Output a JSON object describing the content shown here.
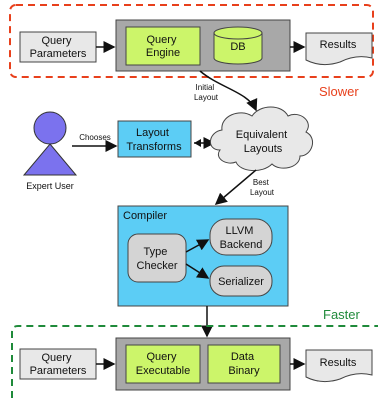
{
  "top": {
    "query_params": [
      "Query",
      "Parameters"
    ],
    "query_engine": [
      "Query",
      "Engine"
    ],
    "db": "DB",
    "results": "Results",
    "speed": "Slower"
  },
  "middle": {
    "initial_layout": [
      "Initial",
      "Layout"
    ],
    "expert_user": "Expert User",
    "chooses": "Chooses",
    "layout_transforms": [
      "Layout",
      "Transforms"
    ],
    "equivalent_layouts": [
      "Equivalent",
      "Layouts"
    ],
    "best_layout": [
      "Best",
      "Layout"
    ]
  },
  "compiler": {
    "title": "Compiler",
    "type_checker": [
      "Type",
      "Checker"
    ],
    "llvm_backend": [
      "LLVM",
      "Backend"
    ],
    "serializer": "Serializer"
  },
  "bottom": {
    "query_params": [
      "Query",
      "Parameters"
    ],
    "query_executable": [
      "Query",
      "Executable"
    ],
    "data_binary": [
      "Data",
      "Binary"
    ],
    "results": "Results",
    "speed": "Faster"
  },
  "colors": {
    "slower": "#e8401c",
    "faster": "#1f8a3a",
    "green_box": "#ccf56a",
    "blue_box": "#5ccdf5",
    "gray_box": "#a8a8a8",
    "light_gray": "#e8e8e8",
    "user": "#7b72ee"
  }
}
